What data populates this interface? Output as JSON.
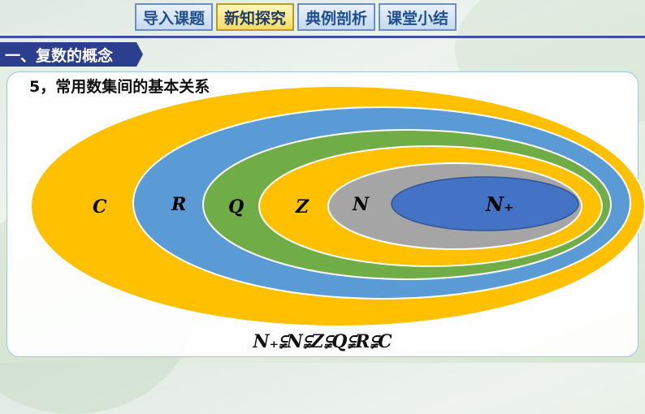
{
  "nav": {
    "tabs": [
      {
        "label": "导入课题",
        "active": false
      },
      {
        "label": "新知探究",
        "active": true
      },
      {
        "label": "典例剖析",
        "active": false
      },
      {
        "label": "课堂小结",
        "active": false
      }
    ]
  },
  "section_title": "一、复数的概念",
  "heading": "5，常用数集间的基本关系",
  "sets": [
    {
      "label": "C",
      "color": "#ffc000"
    },
    {
      "label": "R",
      "color": "#5b9bd5"
    },
    {
      "label": "Q",
      "color": "#70ad47"
    },
    {
      "label": "Z",
      "color": "#ffc000"
    },
    {
      "label": "N",
      "color": "#a5a5a5"
    },
    {
      "label": "N₊",
      "color": "#4472c4"
    }
  ],
  "relation": "N₊⫋N⫋Z⫋Q⫋R⫋C",
  "colors": {
    "nav_text": "#1f4f8f",
    "section_bg": "#2c3f8f",
    "divider": "#3d4fa3"
  }
}
